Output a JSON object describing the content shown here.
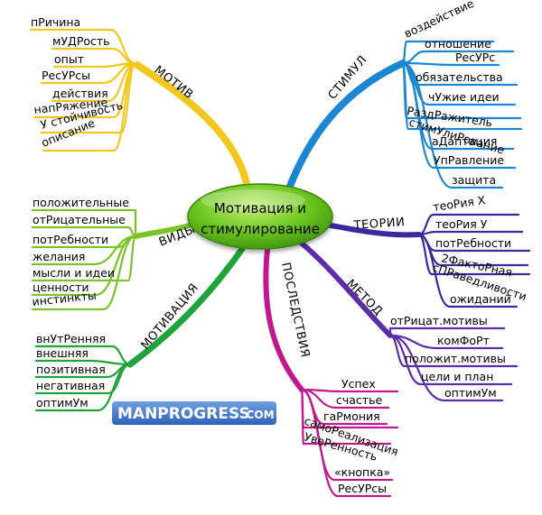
{
  "center": {
    "line1": "Мотивация и",
    "line2": "стимулирование"
  },
  "watermark": {
    "brand": "MANPROGRESS",
    "suffix": ".COM"
  },
  "branches": {
    "motiv": {
      "name": "МОТИВ",
      "color": "#f2c81f",
      "items": [
        "пРичина",
        "мУДРость",
        "опыт",
        "РесУРсы",
        "действия",
        "напРяжение",
        "У стойчивость",
        "описание"
      ]
    },
    "stimul": {
      "name": "СТИМУЛ",
      "color": "#1b86d1",
      "items": [
        "воздействие",
        "отношение",
        "РесУРс",
        "обязательства",
        "чУжие идеи",
        "РаздРажитель",
        "стимУлиРование",
        "аДаптация",
        "УпРавление",
        "защита"
      ]
    },
    "teorii": {
      "name": "ТЕОРИИ",
      "color": "#3a2aa0",
      "items": [
        "теоРия Х",
        "теоРия У",
        "потРебности",
        "2ФактоРная",
        "сПРаведливости",
        "ожиданий"
      ]
    },
    "metod": {
      "name": "МЕТОД",
      "color": "#5a2ea8",
      "items": [
        "отРицат.мотивы",
        "комФоРт",
        "положит.мотивы",
        "цели и план",
        "оптимУм"
      ]
    },
    "posledstviya": {
      "name": "ПОСЛЕДСТВИЯ",
      "color": "#c2188f",
      "items": [
        "Успех",
        "счастье",
        "гаРмония",
        "самоРеализация",
        "УвеРенность",
        "«кнопка»",
        "РесУРсы"
      ]
    },
    "motivaciya": {
      "name": "МОТИВАЦИЯ",
      "color": "#1fa33a",
      "items": [
        "внУтРенняя",
        "внешняя",
        "позитивная",
        "негативная",
        "оптимУм"
      ]
    },
    "vidy": {
      "name": "ВИДЫ",
      "color": "#7ac425",
      "items": [
        "положительные",
        "отРицательные",
        "потРебности",
        "желания",
        "мысли и идеи",
        "ценности",
        "инстинкты"
      ]
    }
  }
}
